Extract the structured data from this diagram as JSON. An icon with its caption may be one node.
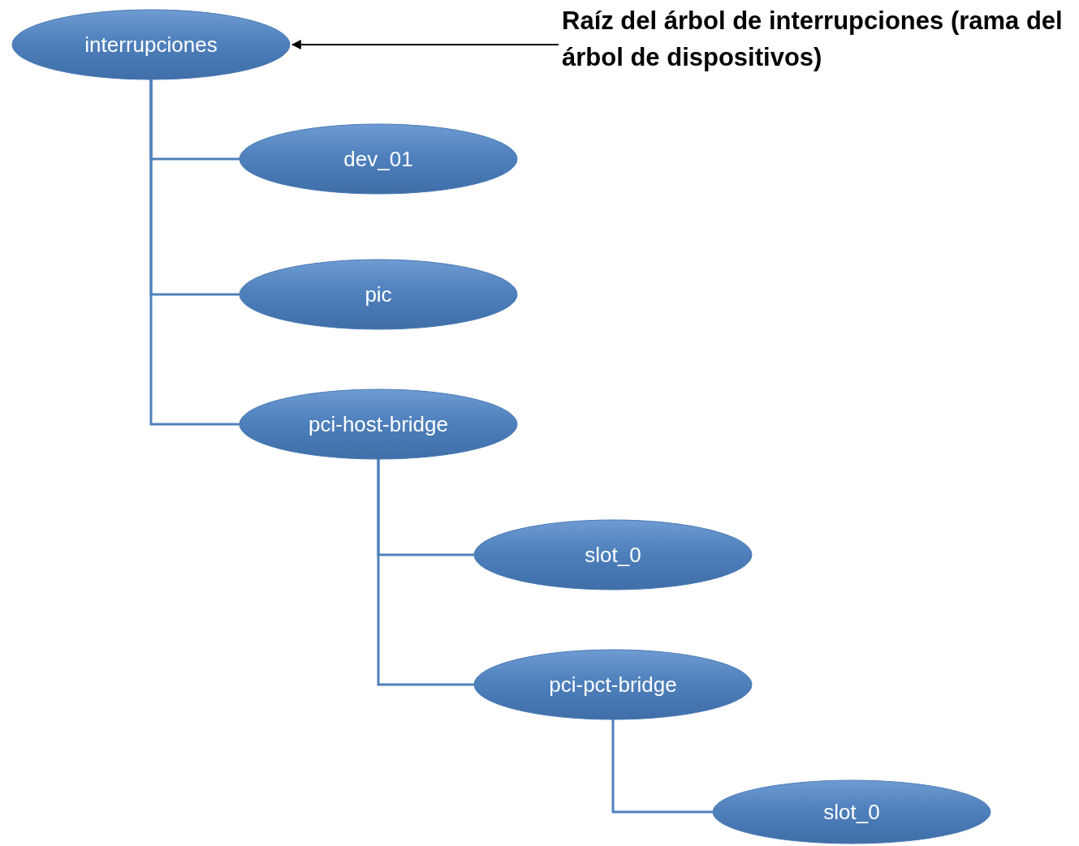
{
  "diagram": {
    "nodes": [
      {
        "text": [
          "interrupciones"
        ]
      },
      {
        "text": [
          "dev_01"
        ]
      },
      {
        "text": [
          "pic"
        ]
      },
      {
        "text": [
          "pci-host-bridge"
        ]
      },
      {
        "text": [
          "slot_0"
        ]
      },
      {
        "text": [
          "pci-pct-bridge"
        ]
      },
      {
        "text": [
          "slot_0"
        ]
      },
      {
        "text": [
          "Raíz del árbol de interrupciones (rama del árbol de dispositivos)"
        ]
      }
    ],
    "edges": [
      {
        "from": 0,
        "to": 1,
        "arrow": "none"
      },
      {
        "from": 0,
        "to": 2,
        "arrow": "none"
      },
      {
        "from": 0,
        "to": 3,
        "arrow": "none"
      },
      {
        "from": 3,
        "to": 4,
        "arrow": "none"
      },
      {
        "from": 3,
        "to": 5,
        "arrow": "none"
      },
      {
        "from": 5,
        "to": 6,
        "arrow": "none"
      },
      {
        "from": 7,
        "to": 0,
        "arrow": "to",
        "color": "#000000"
      }
    ]
  }
}
